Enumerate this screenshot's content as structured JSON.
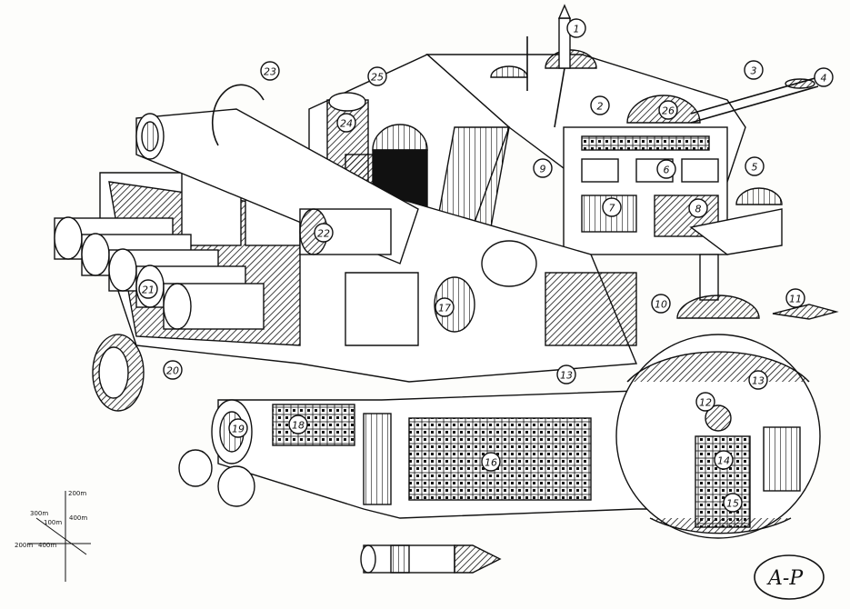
{
  "callouts": [
    "1",
    "2",
    "3",
    "4",
    "5",
    "6",
    "7",
    "8",
    "9",
    "10",
    "11",
    "12",
    "13",
    "13",
    "14",
    "15",
    "16",
    "17",
    "18",
    "19",
    "20",
    "21",
    "22",
    "23",
    "24",
    "25",
    "26"
  ],
  "scale": {
    "up": "200m",
    "right": "400m",
    "diag": "300m",
    "left": "200m",
    "left2": "400m",
    "mid": "100m"
  },
  "signature": "A-P"
}
